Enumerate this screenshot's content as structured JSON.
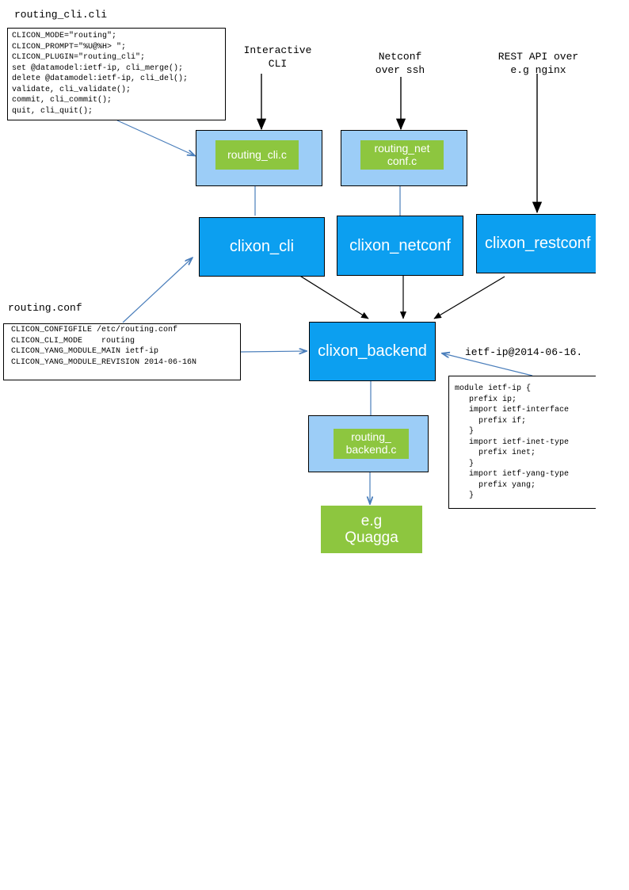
{
  "diagram": {
    "title_cli_file": "routing_cli.cli",
    "title_conf_file": "routing.conf",
    "cli_file_lines": [
      "CLICON_MODE=\"routing\";",
      "CLICON_PROMPT=\"%U@%H> \";",
      "CLICON_PLUGIN=\"routing_cli\";",
      "set @datamodel:ietf-ip, cli_merge();",
      "delete @datamodel:ietf-ip, cli_del();",
      "validate, cli_validate();",
      "commit, cli_commit();",
      "quit, cli_quit();"
    ],
    "conf_file_lines": [
      "CLICON_CONFIGFILE /etc/routing.conf",
      "CLICON_CLI_MODE    routing",
      "CLICON_YANG_MODULE_MAIN ietf-ip",
      "CLICON_YANG_MODULE_REVISION 2014-06-16N"
    ],
    "yang_label": "ietf-ip@2014-06-16.",
    "yang_file_lines": [
      "module ietf-ip {",
      "   prefix ip;",
      "   import ietf-interface",
      "     prefix if;",
      "   }",
      "   import ietf-inet-type",
      "     prefix inet;",
      "   }",
      "   import ietf-yang-type",
      "     prefix yang;",
      "   }"
    ],
    "annotations": [
      {
        "name": "interactive-cli",
        "text": "Interactive\nCLI"
      },
      {
        "name": "netconf-over-ssh",
        "text": "Netconf\nover ssh"
      },
      {
        "name": "rest-api",
        "text": "REST API over\ne.g nginx"
      }
    ],
    "plugins": [
      {
        "name": "routing-cli-c",
        "label": "routing_cli.c"
      },
      {
        "name": "routing-netconf-c",
        "label": "routing_net\nconf.c"
      },
      {
        "name": "routing-backend-c",
        "label": "routing_\nbackend.c"
      }
    ],
    "processes": [
      {
        "name": "clixon-cli",
        "label": "clixon_cli"
      },
      {
        "name": "clixon-netconf",
        "label": "clixon_netconf"
      },
      {
        "name": "clixon-restconf",
        "label": "clixon_restconf"
      },
      {
        "name": "clixon-backend",
        "label": "clixon_backend"
      }
    ],
    "external": {
      "name": "quagga",
      "label": "e.g\nQuagga"
    },
    "colors": {
      "strong_blue": "#0C9FF0",
      "light_blue": "#9CCDF7",
      "green": "#8DC63F",
      "arrow_blue": "#4A7EBB",
      "arrow_black": "#000000",
      "panel_border": "#000000",
      "background": "#FFFFFF"
    }
  }
}
